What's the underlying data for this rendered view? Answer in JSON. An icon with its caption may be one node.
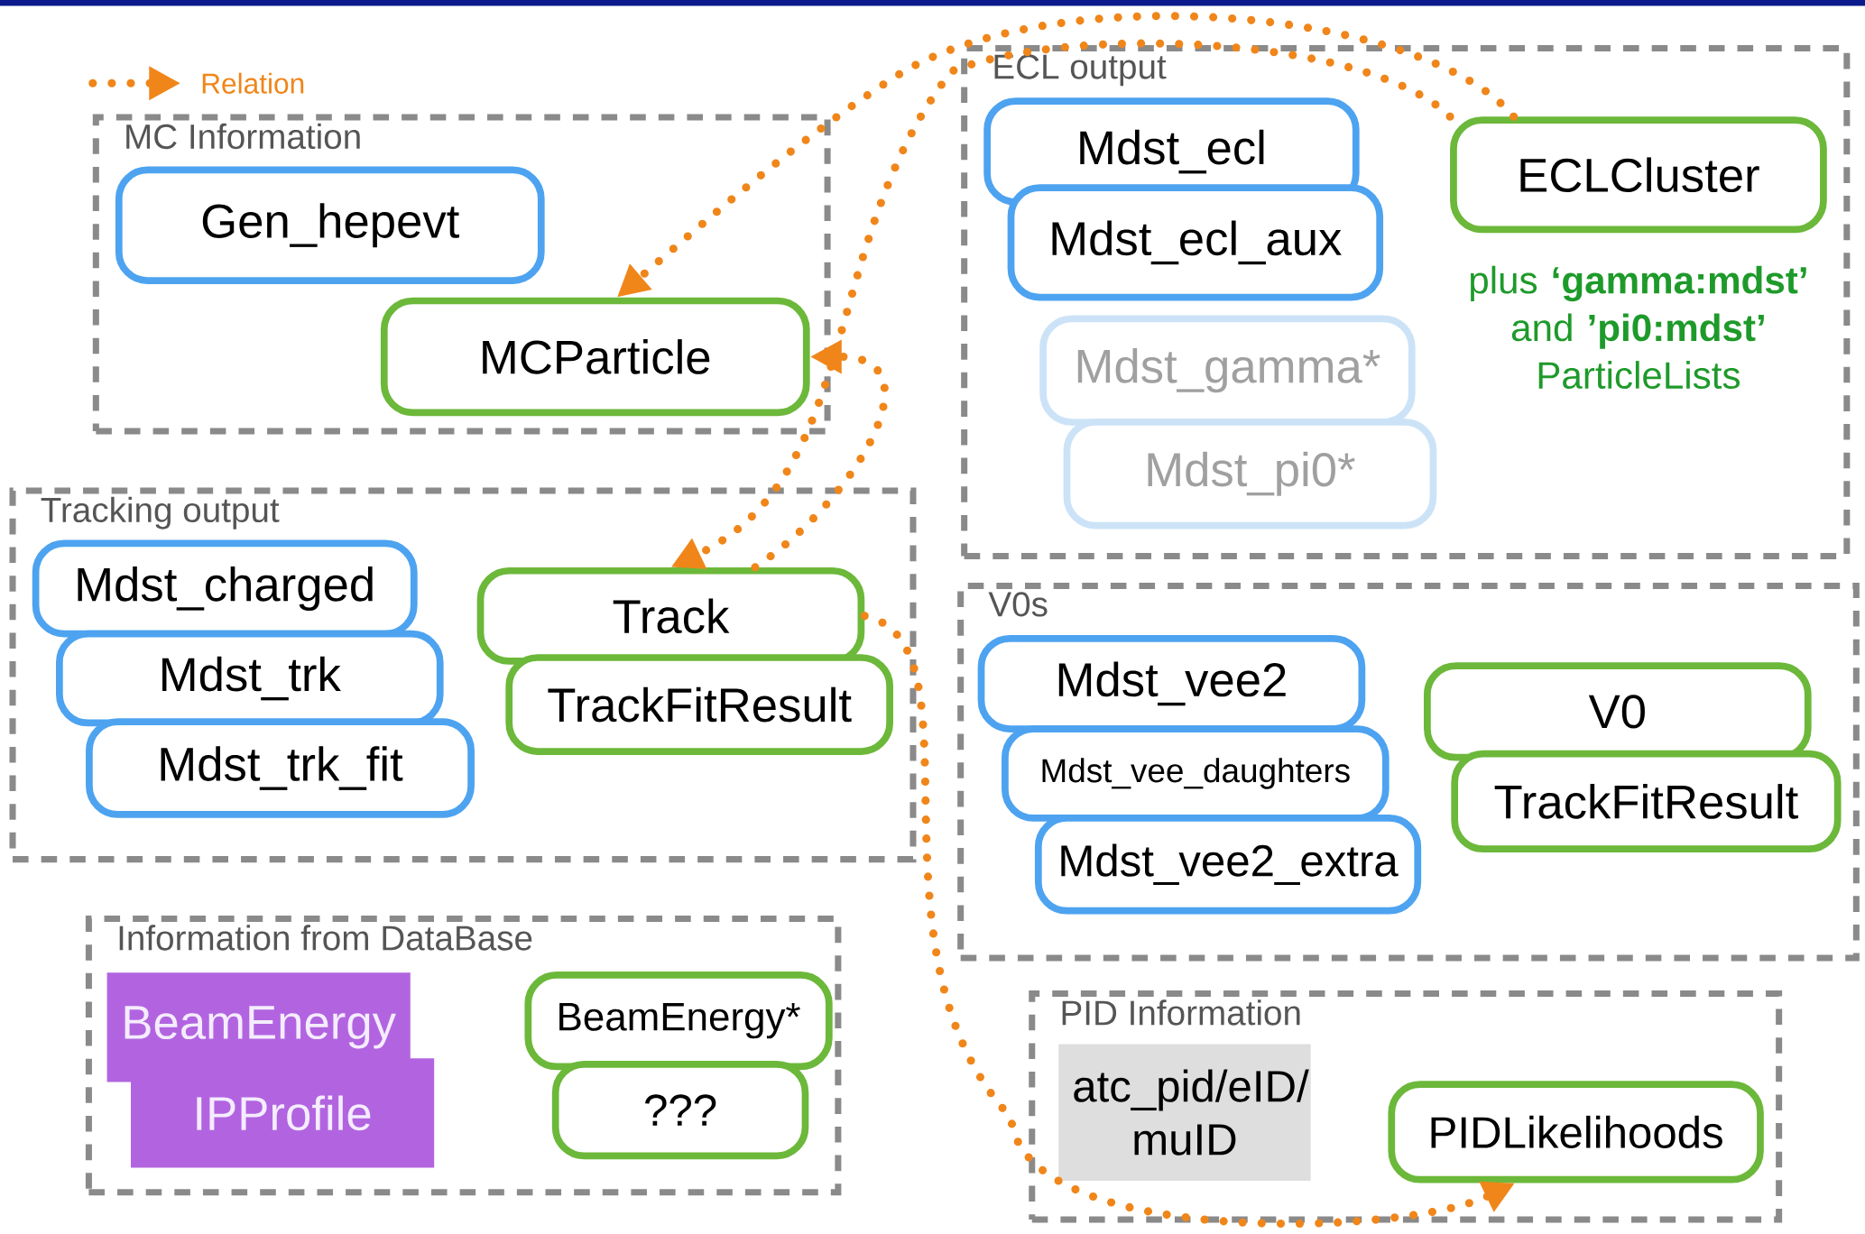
{
  "diagram": {
    "nodes": [
      {
        "text": [
          "MC Information"
        ]
      },
      {
        "text": [
          "Gen_hepevt"
        ],
        "in": 0
      },
      {
        "text": [
          "MCParticle"
        ],
        "in": 0
      },
      {
        "text": [
          "Tracking output"
        ]
      },
      {
        "text": [
          "Mdst_charged"
        ],
        "in": 3
      },
      {
        "text": [
          "Mdst_trk"
        ],
        "in": 3
      },
      {
        "text": [
          "Mdst_trk_fit"
        ],
        "in": 3
      },
      {
        "text": [
          "Track"
        ],
        "in": 3
      },
      {
        "text": [
          "TrackFitResult"
        ],
        "in": 3
      },
      {
        "text": [
          "ECL output"
        ]
      },
      {
        "text": [
          "Mdst_ecl"
        ],
        "in": 9
      },
      {
        "text": [
          "Mdst_ecl_aux"
        ],
        "in": 9
      },
      {
        "text": [
          "Mdst_gamma*"
        ],
        "in": 9
      },
      {
        "text": [
          "Mdst_pi0*"
        ],
        "in": 9
      },
      {
        "text": [
          "ECLCluster"
        ],
        "in": 9,
        "beside": [
          "plus **‘gamma:mdst’** and **’pi0:mdst’** ParticleLists"
        ]
      },
      {
        "text": [
          "V0s"
        ]
      },
      {
        "text": [
          "Mdst_vee2"
        ],
        "in": 15
      },
      {
        "text": [
          "Mdst_vee_daughters"
        ],
        "in": 15
      },
      {
        "text": [
          "Mdst_vee2_extra"
        ],
        "in": 15
      },
      {
        "text": [
          "V0"
        ],
        "in": 15
      },
      {
        "text": [
          "TrackFitResult"
        ],
        "in": 15
      },
      {
        "text": [
          "Information from DataBase"
        ]
      },
      {
        "text": [
          "BeamEnergy"
        ],
        "in": 21
      },
      {
        "text": [
          "IPProfile"
        ],
        "in": 21
      },
      {
        "text": [
          "BeamEnergy*"
        ],
        "in": 21
      },
      {
        "text": [
          "???"
        ],
        "in": 21
      },
      {
        "text": [
          "PID Information"
        ]
      },
      {
        "text": [
          "atc_pid/eID/ muID"
        ],
        "in": 26
      },
      {
        "text": [
          "PIDLikelihoods"
        ],
        "in": 26
      }
    ],
    "edges": [
      {
        "from": 14,
        "to": 2,
        "arrow": "to"
      },
      {
        "from": 14,
        "to": 7,
        "arrow": "to"
      },
      {
        "from": 7,
        "to": 2,
        "arrow": "to"
      },
      {
        "from": 7,
        "to": 28,
        "arrow": "to"
      }
    ],
    "legend": [
      {
        "text": "Relation"
      }
    ]
  }
}
